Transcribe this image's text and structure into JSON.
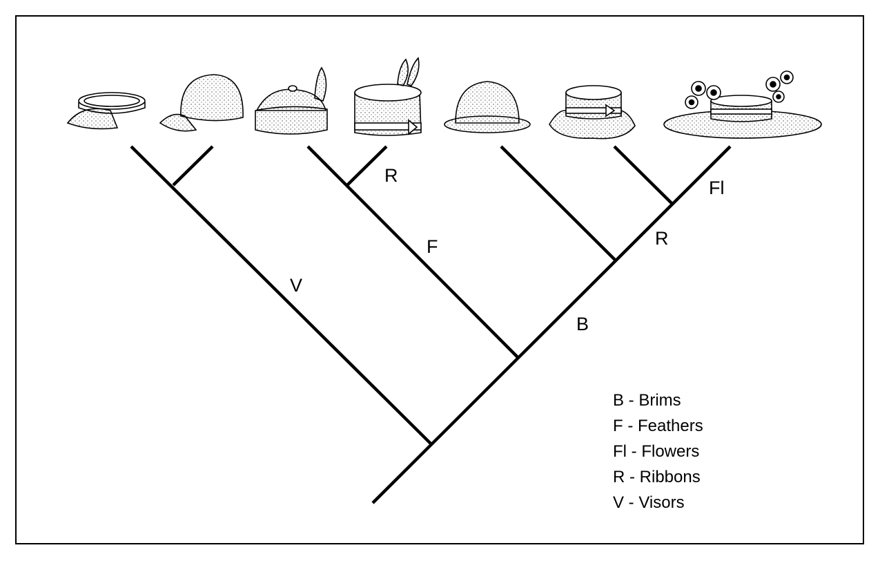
{
  "branch_labels": {
    "visors": "V",
    "feathers": "F",
    "ribbons_upper": "R",
    "brims": "B",
    "ribbons_right": "R",
    "flowers": "Fl"
  },
  "legend": [
    "B - Brims",
    "F - Feathers",
    "Fl - Flowers",
    "R - Ribbons",
    "V - Visors"
  ],
  "hats": [
    "visor",
    "cap",
    "feathered-cap",
    "feathered-ribbon-hat",
    "brimmed-bowler",
    "ribbon-bucket-hat",
    "flowered-ribbon-hat"
  ]
}
